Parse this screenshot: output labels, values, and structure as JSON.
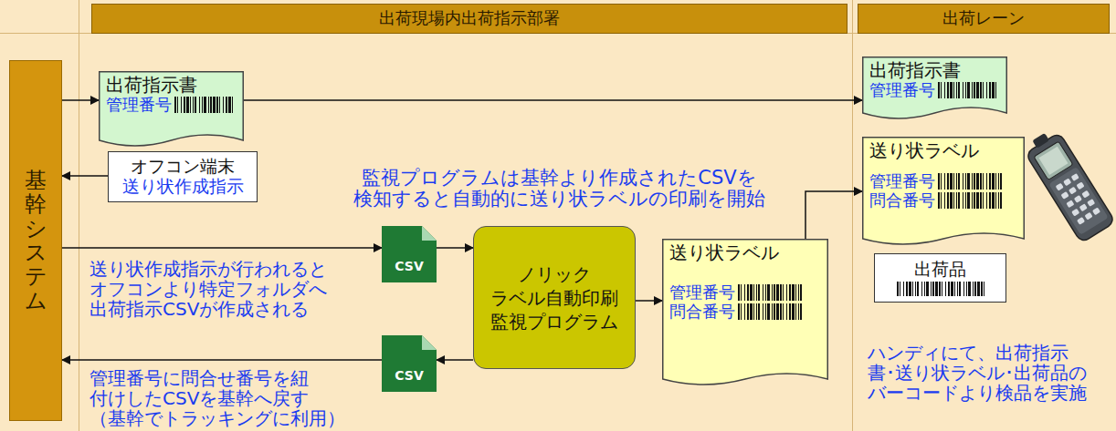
{
  "diagram": {
    "nodes": [
      {
        "text": [
          "出荷現場内出荷指示部署"
        ]
      },
      {
        "text": [
          "出荷レーン"
        ]
      },
      {
        "text": [
          "基幹システム"
        ]
      },
      {
        "text": [
          "出荷指示書",
          "管理番号"
        ]
      },
      {
        "text": [
          "オフコン端末",
          "送り状作成指示"
        ]
      },
      {
        "text": [
          "CSV"
        ]
      },
      {
        "text": [
          "ノリック ラベル自動印刷 監視プログラム"
        ]
      },
      {
        "text": [
          "CSV"
        ]
      },
      {
        "text": [
          "送り状ラベル",
          "管理番号",
          "問合番号"
        ]
      },
      {
        "text": [
          "出荷指示書",
          "管理番号"
        ]
      },
      {
        "text": [
          "送り状ラベル",
          "管理番号",
          "問合番号"
        ]
      },
      {
        "text": [
          "出荷品"
        ]
      }
    ],
    "edges": [
      {
        "from": 2,
        "to": 3,
        "arrow": "to"
      },
      {
        "from": 3,
        "to": 9,
        "arrow": "to"
      },
      {
        "from": 4,
        "to": 2,
        "arrow": "to"
      },
      {
        "from": 2,
        "to": 5,
        "arrow": "to"
      },
      {
        "from": 5,
        "to": 6,
        "arrow": "to"
      },
      {
        "from": 6,
        "to": 8,
        "arrow": "to"
      },
      {
        "from": 6,
        "to": 7,
        "arrow": "to"
      },
      {
        "from": 7,
        "to": 2,
        "arrow": "to"
      },
      {
        "from": 8,
        "to": 10,
        "arrow": "to"
      }
    ],
    "labels": [
      "監視プログラムは基幹より作成されたCSVを 検知すると自動的に送り状ラベルの印刷を開始",
      "送り状作成指示が行われると オフコンより特定フォルダへ 出荷指示CSVが作成される",
      "管理番号に問合せ番号を紐 付けしたCSVを基幹へ戻す （基幹でトラッキングに利用）",
      "ハンディにて、出荷指示 書･送り状ラベル･出荷品の バーコードより検品を実施"
    ]
  }
}
